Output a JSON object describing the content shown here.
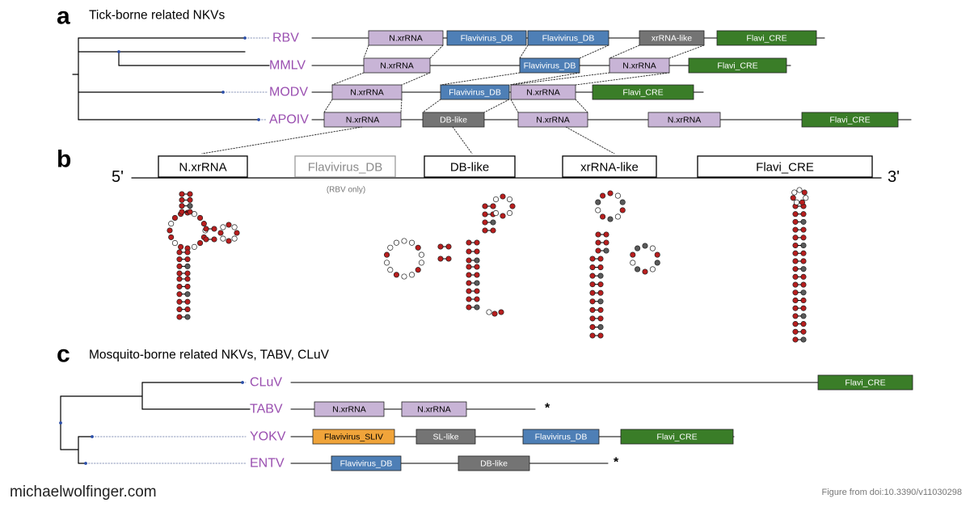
{
  "colors": {
    "xrrna": "#c8b4d6",
    "flavidb": "#4e7fb6",
    "gray": "#747474",
    "cre": "#3a7d28",
    "sliv": "#f0a43a",
    "virus_name": "#9a4fb0",
    "red": "#b81e1e",
    "nt_red": "#d94b4b",
    "line": "#000000",
    "node": "#2c4fa8"
  },
  "panel_a": {
    "letter": "a",
    "title": "Tick-borne related NKVs",
    "rows": [
      {
        "name": "RBV",
        "domains": [
          {
            "label": "N.xrRNA",
            "kind": "xrrna"
          },
          {
            "label": "Flavivirus_DB",
            "kind": "flavidb"
          },
          {
            "label": "Flavivirus_DB",
            "kind": "flavidb"
          },
          {
            "label": "xrRNA-like",
            "kind": "gray"
          },
          {
            "label": "Flavi_CRE",
            "kind": "cre"
          }
        ]
      },
      {
        "name": "MMLV",
        "domains": [
          {
            "label": "N.xrRNA",
            "kind": "xrrna"
          },
          {
            "label": "Flavivirus_DB",
            "kind": "flavidb"
          },
          {
            "label": "N.xrRNA",
            "kind": "xrrna"
          },
          {
            "label": "Flavi_CRE",
            "kind": "cre"
          }
        ]
      },
      {
        "name": "MODV",
        "domains": [
          {
            "label": "N.xrRNA",
            "kind": "xrrna"
          },
          {
            "label": "Flavivirus_DB",
            "kind": "flavidb"
          },
          {
            "label": "N.xrRNA",
            "kind": "xrrna"
          },
          {
            "label": "Flavi_CRE",
            "kind": "cre"
          }
        ]
      },
      {
        "name": "APOIV",
        "domains": [
          {
            "label": "N.xrRNA",
            "kind": "xrrna"
          },
          {
            "label": "DB-like",
            "kind": "gray"
          },
          {
            "label": "N.xrRNA",
            "kind": "xrrna"
          },
          {
            "label": "N.xrRNA",
            "kind": "xrrna"
          },
          {
            "label": "Flavi_CRE",
            "kind": "cre"
          }
        ]
      }
    ]
  },
  "panel_b": {
    "letter": "b",
    "five_prime": "5'",
    "three_prime": "3'",
    "domains": [
      {
        "label": "N.xrRNA",
        "style": "solid"
      },
      {
        "label": "Flavivirus_DB",
        "style": "faded"
      },
      {
        "label": "DB-like",
        "style": "solid"
      },
      {
        "label": "xrRNA-like",
        "style": "solid"
      },
      {
        "label": "Flavi_CRE",
        "style": "solid"
      }
    ],
    "note": "(RBV only)"
  },
  "panel_c": {
    "letter": "c",
    "title": "Mosquito-borne related NKVs, TABV, CLuV",
    "rows": [
      {
        "name": "CLuV",
        "domains": [
          {
            "label": "Flavi_CRE",
            "kind": "cre"
          }
        ]
      },
      {
        "name": "TABV",
        "domains": [
          {
            "label": "N.xrRNA",
            "kind": "xrrna"
          },
          {
            "label": "N.xrRNA",
            "kind": "xrrna"
          }
        ],
        "star": "*"
      },
      {
        "name": "YOKV",
        "domains": [
          {
            "label": "Flavivirus_SLIV",
            "kind": "sliv"
          },
          {
            "label": "SL-like",
            "kind": "gray"
          },
          {
            "label": "Flavivirus_DB",
            "kind": "flavidb"
          },
          {
            "label": "Flavi_CRE",
            "kind": "cre"
          }
        ]
      },
      {
        "name": "ENTV",
        "domains": [
          {
            "label": "Flavivirus_DB",
            "kind": "flavidb"
          },
          {
            "label": "DB-like",
            "kind": "gray"
          }
        ],
        "star": "*"
      }
    ]
  },
  "footer": {
    "left": "michaelwolfinger.com",
    "right": "Figure from doi:10.3390/v11030298"
  }
}
